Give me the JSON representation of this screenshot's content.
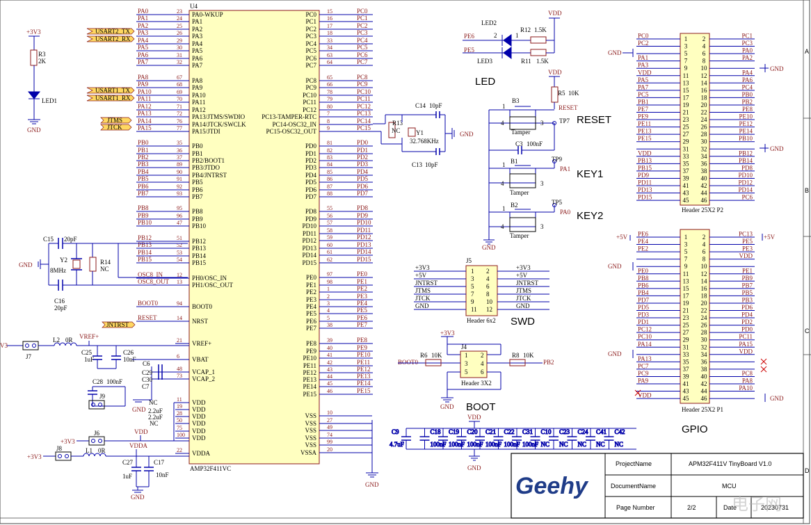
{
  "mcu": {
    "ref": "U4",
    "part": "AMP32F411VC",
    "left_pins": [
      {
        "net": "PA0",
        "num": "23",
        "name": "PA0-WKUP"
      },
      {
        "net": "PA1",
        "num": "24",
        "name": "PA1"
      },
      {
        "net": "PA2",
        "num": "25",
        "name": "PA2"
      },
      {
        "net": "PA3",
        "num": "26",
        "name": "PA3"
      },
      {
        "net": "PA4",
        "num": "29",
        "name": "PA4"
      },
      {
        "net": "PA5",
        "num": "30",
        "name": "PA5"
      },
      {
        "net": "PA6",
        "num": "31",
        "name": "PA6"
      },
      {
        "net": "PA7",
        "num": "32",
        "name": "PA7"
      },
      {
        "net": "PA8",
        "num": "67",
        "name": "PA8"
      },
      {
        "net": "PA9",
        "num": "68",
        "name": "PA9"
      },
      {
        "net": "PA10",
        "num": "69",
        "name": "PA10"
      },
      {
        "net": "PA11",
        "num": "70",
        "name": "PA11"
      },
      {
        "net": "PA12",
        "num": "71",
        "name": "PA12"
      },
      {
        "net": "PA13",
        "num": "72",
        "name": "PA13/JTMS/SWDIO"
      },
      {
        "net": "PA14",
        "num": "76",
        "name": "PA14/JTCK/SWCLK"
      },
      {
        "net": "PA15",
        "num": "77",
        "name": "PA15/JTDI"
      },
      {
        "net": "PB0",
        "num": "35",
        "name": "PB0"
      },
      {
        "net": "PB1",
        "num": "36",
        "name": "PB1"
      },
      {
        "net": "PB2",
        "num": "37",
        "name": "PB2/BOOT1"
      },
      {
        "net": "PB3",
        "num": "89",
        "name": "PB3/JTDO"
      },
      {
        "net": "PB4",
        "num": "90",
        "name": "PB4/JNTRST"
      },
      {
        "net": "PB5",
        "num": "91",
        "name": "PB5"
      },
      {
        "net": "PB6",
        "num": "92",
        "name": "PB6"
      },
      {
        "net": "PB7",
        "num": "93",
        "name": "PB7"
      },
      {
        "net": "PB8",
        "num": "95",
        "name": "PB8"
      },
      {
        "net": "PB9",
        "num": "96",
        "name": "PB9"
      },
      {
        "net": "PB10",
        "num": "47",
        "name": "PB10"
      },
      {
        "net": "PB12",
        "num": "51",
        "name": "PB12"
      },
      {
        "net": "PB13",
        "num": "52",
        "name": "PB13"
      },
      {
        "net": "PB14",
        "num": "53",
        "name": "PB14"
      },
      {
        "net": "PB15",
        "num": "54",
        "name": "PB15"
      },
      {
        "net": "OSC8_IN",
        "num": "12",
        "name": "PH0/OSC_IN"
      },
      {
        "net": "OSC8_OUT",
        "num": "13",
        "name": "PH1/OSC_OUT"
      },
      {
        "net": "BOOT0",
        "num": "94",
        "name": "BOOT0"
      },
      {
        "net": "RESET",
        "num": "14",
        "name": "NRST"
      },
      {
        "net": "",
        "num": "21",
        "name": "VREF+"
      },
      {
        "net": "",
        "num": "6",
        "name": "VBAT"
      },
      {
        "net": "",
        "num": "48",
        "name": "VCAP_1"
      },
      {
        "net": "",
        "num": "73",
        "name": "VCAP_2"
      },
      {
        "net": "",
        "num": "11",
        "name": "VDD"
      },
      {
        "net": "",
        "num": "19",
        "name": "VDD"
      },
      {
        "net": "",
        "num": "28",
        "name": "VDD"
      },
      {
        "net": "",
        "num": "50",
        "name": "VDD"
      },
      {
        "net": "",
        "num": "75",
        "name": "VDD"
      },
      {
        "net": "",
        "num": "100",
        "name": "VDD"
      },
      {
        "net": "",
        "num": "22",
        "name": "VDDA"
      }
    ],
    "right_pins": [
      {
        "net": "PC0",
        "num": "15",
        "name": "PC0"
      },
      {
        "net": "PC1",
        "num": "16",
        "name": "PC1"
      },
      {
        "net": "PC2",
        "num": "17",
        "name": "PC2"
      },
      {
        "net": "PC3",
        "num": "18",
        "name": "PC3"
      },
      {
        "net": "PC4",
        "num": "33",
        "name": "PC4"
      },
      {
        "net": "PC5",
        "num": "34",
        "name": "PC5"
      },
      {
        "net": "PC6",
        "num": "63",
        "name": "PC6"
      },
      {
        "net": "PC7",
        "num": "64",
        "name": "PC7"
      },
      {
        "net": "PC8",
        "num": "65",
        "name": "PC8"
      },
      {
        "net": "PC9",
        "num": "66",
        "name": "PC9"
      },
      {
        "net": "PC10",
        "num": "78",
        "name": "PC10"
      },
      {
        "net": "PC11",
        "num": "79",
        "name": "PC11"
      },
      {
        "net": "PC12",
        "num": "80",
        "name": "PC12"
      },
      {
        "net": "PC13",
        "num": "7",
        "name": "PC13-TAMPER-RTC"
      },
      {
        "net": "PC14",
        "num": "8",
        "name": "PC14-OSC32_IN"
      },
      {
        "net": "PC15",
        "num": "9",
        "name": "PC15-OSC32_OUT"
      },
      {
        "net": "PD0",
        "num": "81",
        "name": "PD0"
      },
      {
        "net": "PD1",
        "num": "82",
        "name": "PD1"
      },
      {
        "net": "PD2",
        "num": "83",
        "name": "PD2"
      },
      {
        "net": "PD3",
        "num": "84",
        "name": "PD3"
      },
      {
        "net": "PD4",
        "num": "85",
        "name": "PD4"
      },
      {
        "net": "PD5",
        "num": "86",
        "name": "PD5"
      },
      {
        "net": "PD6",
        "num": "87",
        "name": "PD6"
      },
      {
        "net": "PD7",
        "num": "88",
        "name": "PD7"
      },
      {
        "net": "PD8",
        "num": "55",
        "name": "PD8"
      },
      {
        "net": "PD9",
        "num": "56",
        "name": "PD9"
      },
      {
        "net": "PD10",
        "num": "57",
        "name": "PD10"
      },
      {
        "net": "PD11",
        "num": "58",
        "name": "PD11"
      },
      {
        "net": "PD12",
        "num": "59",
        "name": "PD12"
      },
      {
        "net": "PD13",
        "num": "60",
        "name": "PD13"
      },
      {
        "net": "PD14",
        "num": "61",
        "name": "PD14"
      },
      {
        "net": "PD15",
        "num": "62",
        "name": "PD15"
      },
      {
        "net": "PE0",
        "num": "97",
        "name": "PE0"
      },
      {
        "net": "PE1",
        "num": "98",
        "name": "PE1"
      },
      {
        "net": "PE2",
        "num": "1",
        "name": "PE2"
      },
      {
        "net": "PE3",
        "num": "2",
        "name": "PE3"
      },
      {
        "net": "PE4",
        "num": "3",
        "name": "PE4"
      },
      {
        "net": "PE5",
        "num": "4",
        "name": "PE5"
      },
      {
        "net": "PE6",
        "num": "5",
        "name": "PE6"
      },
      {
        "net": "PE7",
        "num": "38",
        "name": "PE7"
      },
      {
        "net": "PE8",
        "num": "39",
        "name": "PE8"
      },
      {
        "net": "PE9",
        "num": "40",
        "name": "PE9"
      },
      {
        "net": "PE10",
        "num": "41",
        "name": "PE10"
      },
      {
        "net": "PE11",
        "num": "42",
        "name": "PE11"
      },
      {
        "net": "PE12",
        "num": "43",
        "name": "PE12"
      },
      {
        "net": "PE13",
        "num": "44",
        "name": "PE13"
      },
      {
        "net": "PE14",
        "num": "45",
        "name": "PE14"
      },
      {
        "net": "PE15",
        "num": "46",
        "name": "PE15"
      },
      {
        "net": "",
        "num": "10",
        "name": "VSS"
      },
      {
        "net": "",
        "num": "27",
        "name": "VSS"
      },
      {
        "net": "",
        "num": "49",
        "name": "VSS"
      },
      {
        "net": "",
        "num": "74",
        "name": "VSS"
      },
      {
        "net": "",
        "num": "99",
        "name": "VSS"
      },
      {
        "net": "",
        "num": "20",
        "name": "VSSA"
      }
    ],
    "ports": {
      "usart2_tx": "USART2_TX",
      "usart2_rx": "USART2_RX",
      "usart1_tx": "USART1_TX",
      "usart1_rx": "USART1_RX",
      "jtms": "JTMS",
      "jtck": "JTCK",
      "jntrst": "JNTRST"
    }
  },
  "power": {
    "v3v3": "+3V3",
    "v5v": "+5V",
    "vdd": "VDD",
    "vdda": "VDDA",
    "vref": "VREF+",
    "gnd": "GND",
    "v3_partial": "V3"
  },
  "parts": {
    "r3": "R3",
    "r3_val": "2K",
    "led1": "LED1",
    "c15": "C15",
    "c15_val": "20pF",
    "c16": "C16",
    "c16_val": "20pF",
    "y2": "Y2",
    "y2_val": "8MHz",
    "r14": "R14",
    "r14_val": "NC",
    "l2": "L2",
    "l2_val": "0R",
    "j7": "J7",
    "c25": "C25",
    "c25_val": "1uF",
    "c26": "C26",
    "c26_val": "10nF",
    "c6": "C6",
    "c29": "C29",
    "c30": "C30",
    "c7": "C7",
    "c7_val": "NC",
    "c28": "C28",
    "c28_val": "100nF",
    "j9": "J9",
    "cap_val_a": "2.2uF",
    "cap_val_b": "2.2uF",
    "cap_val_nc": "NC",
    "j6": "J6",
    "j8": "J8",
    "l1": "L1",
    "l1_val": "0R",
    "c27": "C27",
    "c27_val": "1uF",
    "c17": "C17",
    "c17_val": "10nF",
    "c14": "C14",
    "c14_val": "10pF",
    "c13": "C13",
    "c13_val": "10pF",
    "r13": "R13",
    "r13_val": "NC",
    "y1": "Y1",
    "y1_val": "32.768KHz",
    "led2": "LED2",
    "led3": "LED3",
    "r12": "R12",
    "r12_val": "1.5K",
    "r11": "R11",
    "r11_val": "1.5K",
    "led_title": "LED",
    "pe6": "PE6",
    "pe5": "PE5",
    "pin1": "1",
    "pin2": "2",
    "b3": "B3",
    "b1": "B1",
    "b2": "B2",
    "tamper": "Tamper",
    "r5": "R5",
    "r5_val": "10K",
    "c3": "C3",
    "c3_val": "100nF",
    "tp7": "TP7",
    "tp9": "TP9",
    "tp5": "TP5",
    "reset_net": "RESET",
    "pa1_net": "PA1",
    "pa0_net": "PA0",
    "reset_title": "RESET",
    "key1_title": "KEY1",
    "key2_title": "KEY2",
    "sw_pin_1": "1",
    "sw_pin_3": "3",
    "sw_pin_4": "4",
    "j4": "J4",
    "boot_conn": "Header 3X2",
    "r6": "R6",
    "r6_val": "10K",
    "r8": "R8",
    "r8_val": "10K",
    "boot0_net": "BOOT0",
    "pb2_net": "PB2",
    "boot_title": "BOOT",
    "j4_pins": [
      "1",
      "2",
      "3",
      "4",
      "5",
      "6"
    ]
  },
  "swd": {
    "ref": "J5",
    "footer": "Header 6x2",
    "title": "SWD",
    "rows": [
      {
        "l": "+3V3",
        "a": "1",
        "b": "2",
        "r": "+3V3"
      },
      {
        "l": "+5V",
        "a": "3",
        "b": "4",
        "r": "+5V"
      },
      {
        "l": "JNTRST",
        "a": "5",
        "b": "6",
        "r": "JNTRST"
      },
      {
        "l": "JTMS",
        "a": "7",
        "b": "8",
        "r": "JTMS"
      },
      {
        "l": "JTCK",
        "a": "9",
        "b": "10",
        "r": "JTCK"
      },
      {
        "l": "GND",
        "a": "11",
        "b": "12",
        "r": "GND"
      }
    ]
  },
  "p2": {
    "title": "Header 25X2  P2",
    "rows": [
      {
        "l": "PC0",
        "a": "1",
        "b": "2",
        "r": "PC1"
      },
      {
        "l": "PC2",
        "a": "3",
        "b": "4",
        "r": "PC3"
      },
      {
        "l": "",
        "a": "5",
        "b": "6",
        "r": "PA0"
      },
      {
        "l": "PA1",
        "a": "7",
        "b": "8",
        "r": "PA2"
      },
      {
        "l": "PA3",
        "a": "9",
        "b": "10",
        "r": ""
      },
      {
        "l": "VDD",
        "a": "11",
        "b": "12",
        "r": "PA4"
      },
      {
        "l": "PA5",
        "a": "13",
        "b": "14",
        "r": "PA6"
      },
      {
        "l": "PA7",
        "a": "15",
        "b": "16",
        "r": "PC4"
      },
      {
        "l": "PC5",
        "a": "17",
        "b": "18",
        "r": "PB0"
      },
      {
        "l": "PB1",
        "a": "19",
        "b": "20",
        "r": "PB2"
      },
      {
        "l": "PE7",
        "a": "21",
        "b": "22",
        "r": "PE8"
      },
      {
        "l": "PE9",
        "a": "23",
        "b": "24",
        "r": "PE10"
      },
      {
        "l": "PE11",
        "a": "25",
        "b": "26",
        "r": "PE12"
      },
      {
        "l": "PE13",
        "a": "27",
        "b": "28",
        "r": "PE14"
      },
      {
        "l": "PE15",
        "a": "29",
        "b": "30",
        "r": "PB10"
      },
      {
        "l": "",
        "a": "31",
        "b": "32",
        "r": ""
      },
      {
        "l": "VDD",
        "a": "33",
        "b": "34",
        "r": "PB12"
      },
      {
        "l": "PB13",
        "a": "35",
        "b": "36",
        "r": "PB14"
      },
      {
        "l": "PB15",
        "a": "37",
        "b": "38",
        "r": "PD8"
      },
      {
        "l": "PD9",
        "a": "39",
        "b": "40",
        "r": "PD10"
      },
      {
        "l": "PD11",
        "a": "41",
        "b": "42",
        "r": "PD12"
      },
      {
        "l": "PD13",
        "a": "43",
        "b": "44",
        "r": "PD14"
      },
      {
        "l": "PD15",
        "a": "45",
        "b": "46",
        "r": "PC6"
      }
    ]
  },
  "p1": {
    "title": "Header 25X2  P1",
    "gpio_title": "GPIO",
    "rows": [
      {
        "l": "PE6",
        "a": "1",
        "b": "2",
        "r": "PC13"
      },
      {
        "l": "PE4",
        "a": "3",
        "b": "4",
        "r": "PE5"
      },
      {
        "l": "PE2",
        "a": "5",
        "b": "6",
        "r": "PE3"
      },
      {
        "l": "",
        "a": "7",
        "b": "8",
        "r": "VDD"
      },
      {
        "l": "",
        "a": "9",
        "b": "10",
        "r": ""
      },
      {
        "l": "PE0",
        "a": "11",
        "b": "12",
        "r": "PE1"
      },
      {
        "l": "PB8",
        "a": "13",
        "b": "14",
        "r": "PB9"
      },
      {
        "l": "PB6",
        "a": "15",
        "b": "16",
        "r": "PB7"
      },
      {
        "l": "PB4",
        "a": "17",
        "b": "18",
        "r": "PB5"
      },
      {
        "l": "PD7",
        "a": "19",
        "b": "20",
        "r": "PB3"
      },
      {
        "l": "PD5",
        "a": "21",
        "b": "22",
        "r": "PD6"
      },
      {
        "l": "PD3",
        "a": "23",
        "b": "24",
        "r": "PD4"
      },
      {
        "l": "PD1",
        "a": "25",
        "b": "26",
        "r": "PD2"
      },
      {
        "l": "PC12",
        "a": "27",
        "b": "28",
        "r": "PD0"
      },
      {
        "l": "PC10",
        "a": "29",
        "b": "30",
        "r": "PC11"
      },
      {
        "l": "PA14",
        "a": "31",
        "b": "32",
        "r": "PA15"
      },
      {
        "l": "",
        "a": "33",
        "b": "34",
        "r": "VDD"
      },
      {
        "l": "PA13",
        "a": "35",
        "b": "36",
        "r": ""
      },
      {
        "l": "PC7",
        "a": "37",
        "b": "38",
        "r": ""
      },
      {
        "l": "PC9",
        "a": "39",
        "b": "40",
        "r": "PC8"
      },
      {
        "l": "PA9",
        "a": "41",
        "b": "42",
        "r": "PA8"
      },
      {
        "l": "",
        "a": "43",
        "b": "44",
        "r": "PA10"
      },
      {
        "l": "VDD",
        "a": "45",
        "b": "46",
        "r": ""
      }
    ]
  },
  "decoupling": {
    "caps": [
      {
        "ref": "C9",
        "val": "4.7uF"
      },
      {
        "ref": "C18",
        "val": "100nF"
      },
      {
        "ref": "C19",
        "val": "100nF"
      },
      {
        "ref": "C20",
        "val": "100nF"
      },
      {
        "ref": "C21",
        "val": "100nF"
      },
      {
        "ref": "C22",
        "val": "100nF"
      },
      {
        "ref": "C31",
        "val": "100nF"
      },
      {
        "ref": "C10",
        "val": "NC"
      },
      {
        "ref": "C23",
        "val": "NC"
      },
      {
        "ref": "C24",
        "val": "NC"
      },
      {
        "ref": "C41",
        "val": "NC"
      },
      {
        "ref": "C42",
        "val": "NC"
      }
    ]
  },
  "border": {
    "row_a": "A",
    "row_b": "B",
    "row_c": "C",
    "row_d": "D"
  },
  "title_block": {
    "logo": "Geehy",
    "project_label": "ProjectName",
    "project_value": "APM32F411V TinyBoard  V1.0",
    "document_label": "DocumentName",
    "document_value": "MCU",
    "page_label": "Page Number",
    "page_value": "2/2",
    "date_label": "Date",
    "date_value": "20230731"
  },
  "watermark": "电子网",
  "colors": {
    "wire": "#0000aa",
    "label": "#8b1a1a",
    "body": "#ffffc0",
    "port": "#ffd862",
    "logo": "#1f3c88"
  }
}
